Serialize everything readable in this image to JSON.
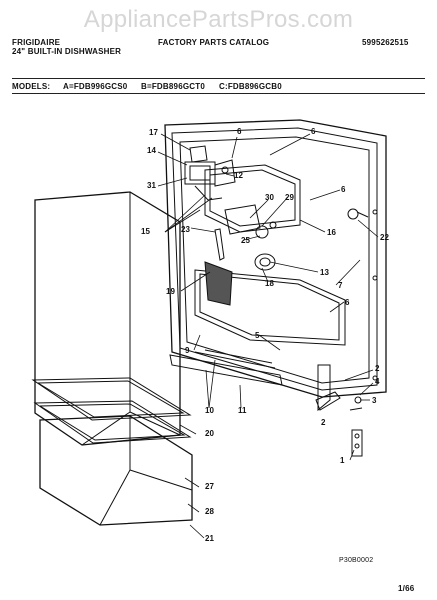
{
  "watermark": "AppliancePartsPros.com",
  "header": {
    "brand": "FRIGIDAIRE",
    "product": "24\" BUILT-IN DISHWASHER",
    "catalog": "FACTORY PARTS CATALOG",
    "number": "5995262515"
  },
  "models": {
    "label": "MODELS:",
    "a": "A=FDB996GCS0",
    "b": "B=FDB896GCT0",
    "c": "C:FDB896GCB0"
  },
  "callouts": [
    "17",
    "14",
    "31",
    "15",
    "23",
    "19",
    "5",
    "9",
    "10",
    "11",
    "6",
    "12",
    "30",
    "29",
    "25",
    "18",
    "13",
    "16",
    "7",
    "22",
    "2",
    "4",
    "3",
    "1",
    "20",
    "27",
    "28",
    "21"
  ],
  "drawing_code": "P30B0002",
  "page_number": "1/66"
}
